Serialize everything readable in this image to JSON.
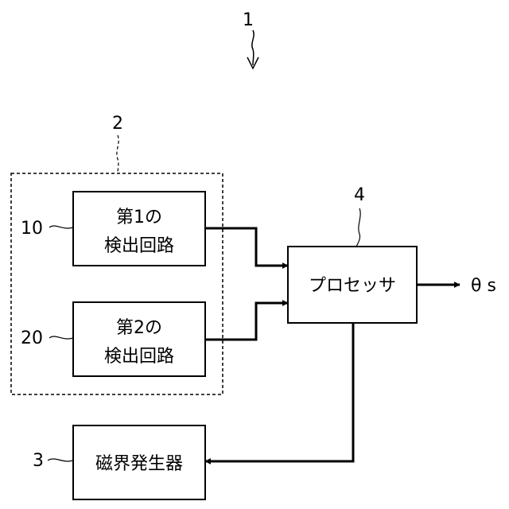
{
  "labels": {
    "overall_ref": "1",
    "group_ref": "2",
    "magnet_ref": "3",
    "processor_ref": "4",
    "circuit1_ref": "10",
    "circuit2_ref": "20"
  },
  "blocks": {
    "circuit1": {
      "line1": "第1の",
      "line2": "検出回路"
    },
    "circuit2": {
      "line1": "第2の",
      "line2": "検出回路"
    },
    "processor": {
      "label": "プロセッサ"
    },
    "magnet": {
      "label": "磁界発生器"
    }
  },
  "output": {
    "label": "θ s"
  },
  "colors": {
    "stroke": "#000000",
    "background": "#ffffff"
  }
}
